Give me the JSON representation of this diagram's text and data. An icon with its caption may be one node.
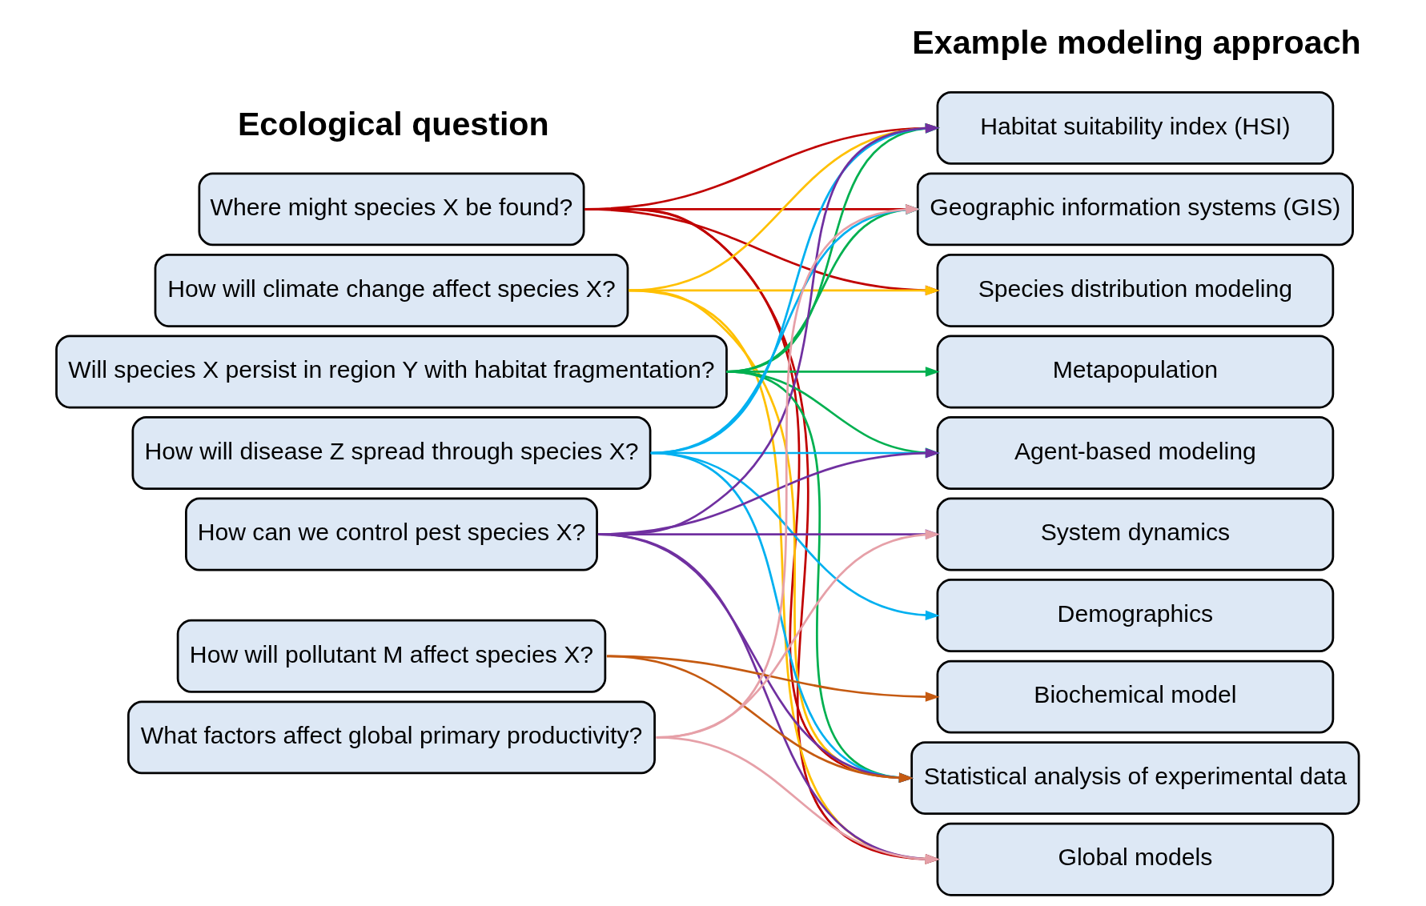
{
  "diagram": {
    "nodes": [
      {
        "text": [
          "Where might species X be found?"
        ]
      },
      {
        "text": [
          "How will climate change affect species X?"
        ]
      },
      {
        "text": [
          "Will species X persist in region Y with habitat fragmentation?"
        ]
      },
      {
        "text": [
          "How will disease Z spread through species X?"
        ]
      },
      {
        "text": [
          "How can we control pest species X?"
        ]
      },
      {
        "text": [
          "How will pollutant M affect species X?"
        ]
      },
      {
        "text": [
          "What factors affect global primary productivity?"
        ]
      },
      {
        "text": [
          "Habitat suitability index (HSI)"
        ]
      },
      {
        "text": [
          "Geographic information systems (GIS)"
        ]
      },
      {
        "text": [
          "Species distribution modeling"
        ]
      },
      {
        "text": [
          "Metapopulation"
        ]
      },
      {
        "text": [
          "Agent-based modeling"
        ]
      },
      {
        "text": [
          "System dynamics"
        ]
      },
      {
        "text": [
          "Demographics"
        ]
      },
      {
        "text": [
          "Biochemical model"
        ]
      },
      {
        "text": [
          "Statistical analysis of experimental data"
        ]
      },
      {
        "text": [
          "Global models"
        ]
      }
    ],
    "edges": [
      {
        "from": 0,
        "to": 7,
        "arrow": "to",
        "color": "#c00000"
      },
      {
        "from": 0,
        "to": 8,
        "arrow": "to",
        "color": "#c00000"
      },
      {
        "from": 0,
        "to": 9,
        "arrow": "to",
        "color": "#c00000"
      },
      {
        "from": 0,
        "to": 15,
        "arrow": "to",
        "color": "#c00000"
      },
      {
        "from": 0,
        "to": 16,
        "arrow": "to",
        "color": "#c00000"
      },
      {
        "from": 1,
        "to": 7,
        "arrow": "to",
        "color": "#ffc000"
      },
      {
        "from": 1,
        "to": 9,
        "arrow": "to",
        "color": "#ffc000"
      },
      {
        "from": 1,
        "to": 15,
        "arrow": "to",
        "color": "#ffc000"
      },
      {
        "from": 1,
        "to": 16,
        "arrow": "to",
        "color": "#ffc000"
      },
      {
        "from": 2,
        "to": 7,
        "arrow": "to",
        "color": "#00b050"
      },
      {
        "from": 2,
        "to": 8,
        "arrow": "to",
        "color": "#00b050"
      },
      {
        "from": 2,
        "to": 10,
        "arrow": "to",
        "color": "#00b050"
      },
      {
        "from": 2,
        "to": 11,
        "arrow": "to",
        "color": "#00b050"
      },
      {
        "from": 2,
        "to": 15,
        "arrow": "to",
        "color": "#00b050"
      },
      {
        "from": 3,
        "to": 7,
        "arrow": "to",
        "color": "#00b0f0"
      },
      {
        "from": 3,
        "to": 8,
        "arrow": "to",
        "color": "#00b0f0"
      },
      {
        "from": 3,
        "to": 11,
        "arrow": "to",
        "color": "#00b0f0"
      },
      {
        "from": 3,
        "to": 13,
        "arrow": "to",
        "color": "#00b0f0"
      },
      {
        "from": 3,
        "to": 15,
        "arrow": "to",
        "color": "#00b0f0"
      },
      {
        "from": 4,
        "to": 7,
        "arrow": "to",
        "color": "#7030a0"
      },
      {
        "from": 4,
        "to": 11,
        "arrow": "to",
        "color": "#7030a0"
      },
      {
        "from": 4,
        "to": 12,
        "arrow": "to",
        "color": "#7030a0"
      },
      {
        "from": 4,
        "to": 15,
        "arrow": "to",
        "color": "#7030a0"
      },
      {
        "from": 4,
        "to": 16,
        "arrow": "to",
        "color": "#7030a0"
      },
      {
        "from": 5,
        "to": 14,
        "arrow": "to",
        "color": "#c55a11"
      },
      {
        "from": 5,
        "to": 15,
        "arrow": "to",
        "color": "#c55a11"
      },
      {
        "from": 6,
        "to": 8,
        "arrow": "to",
        "color": "#e6a0a8"
      },
      {
        "from": 6,
        "to": 12,
        "arrow": "to",
        "color": "#e6a0a8"
      },
      {
        "from": 6,
        "to": 16,
        "arrow": "to",
        "color": "#e6a0a8"
      }
    ],
    "labels": [
      "Ecological question",
      "Example modeling approach"
    ]
  }
}
